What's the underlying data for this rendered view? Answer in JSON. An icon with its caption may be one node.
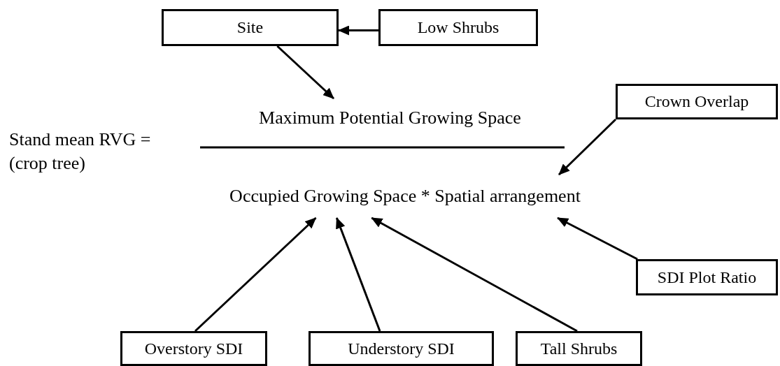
{
  "diagram": {
    "nodes": [
      {
        "text": [
          "Site"
        ]
      },
      {
        "text": [
          "Low Shrubs"
        ]
      },
      {
        "text": [
          "Maximum Potential Growing Space"
        ]
      },
      {
        "text": [
          "Crown Overlap"
        ]
      },
      {
        "text": [
          "Occupied Growing Space * Spatial arrangement"
        ]
      },
      {
        "text": [
          "SDI Plot Ratio"
        ]
      },
      {
        "text": [
          "Overstory SDI"
        ]
      },
      {
        "text": [
          "Understory SDI"
        ]
      },
      {
        "text": [
          "Tall Shrubs"
        ]
      }
    ],
    "edges": [
      {
        "from": 1,
        "to": 0,
        "arrow": "to"
      },
      {
        "from": 0,
        "to": 2,
        "arrow": "to"
      },
      {
        "from": 3,
        "to": 4,
        "arrow": "to"
      },
      {
        "from": 5,
        "to": 4,
        "arrow": "to"
      },
      {
        "from": 6,
        "to": 4,
        "arrow": "to"
      },
      {
        "from": 7,
        "to": 4,
        "arrow": "to"
      },
      {
        "from": 8,
        "to": 4,
        "arrow": "to"
      }
    ],
    "labels": [
      "Stand mean RVG =",
      "(crop tree)"
    ]
  }
}
